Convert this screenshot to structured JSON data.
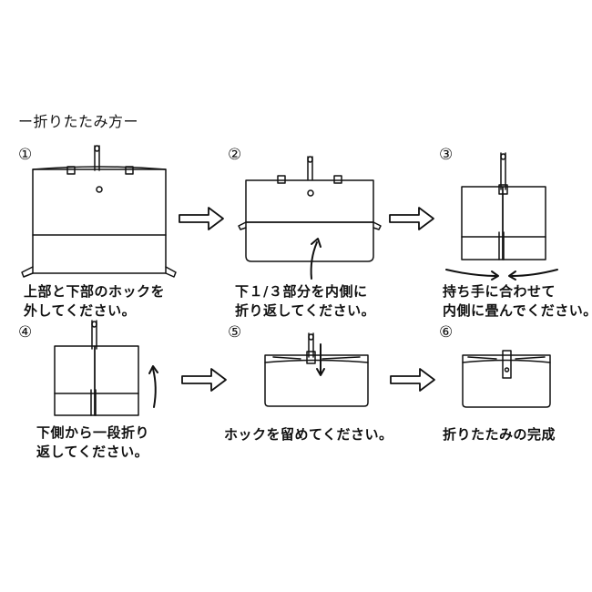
{
  "title": "ー折りたたみ方ー",
  "steps": [
    {
      "num": "①",
      "line1": "上部と下部のホックを",
      "line2": "外してください。"
    },
    {
      "num": "②",
      "line1": "下１/３部分を内側に",
      "line2": "折り返してください。"
    },
    {
      "num": "③",
      "line1": "持ち手に合わせて",
      "line2": "内側に畳んでください。"
    },
    {
      "num": "④",
      "line1": "下側から一段折り",
      "line2": "返してください。"
    },
    {
      "num": "⑤",
      "line1": "ホックを留めてください。",
      "line2": ""
    },
    {
      "num": "⑥",
      "line1": "折りたたみの完成",
      "line2": ""
    }
  ]
}
